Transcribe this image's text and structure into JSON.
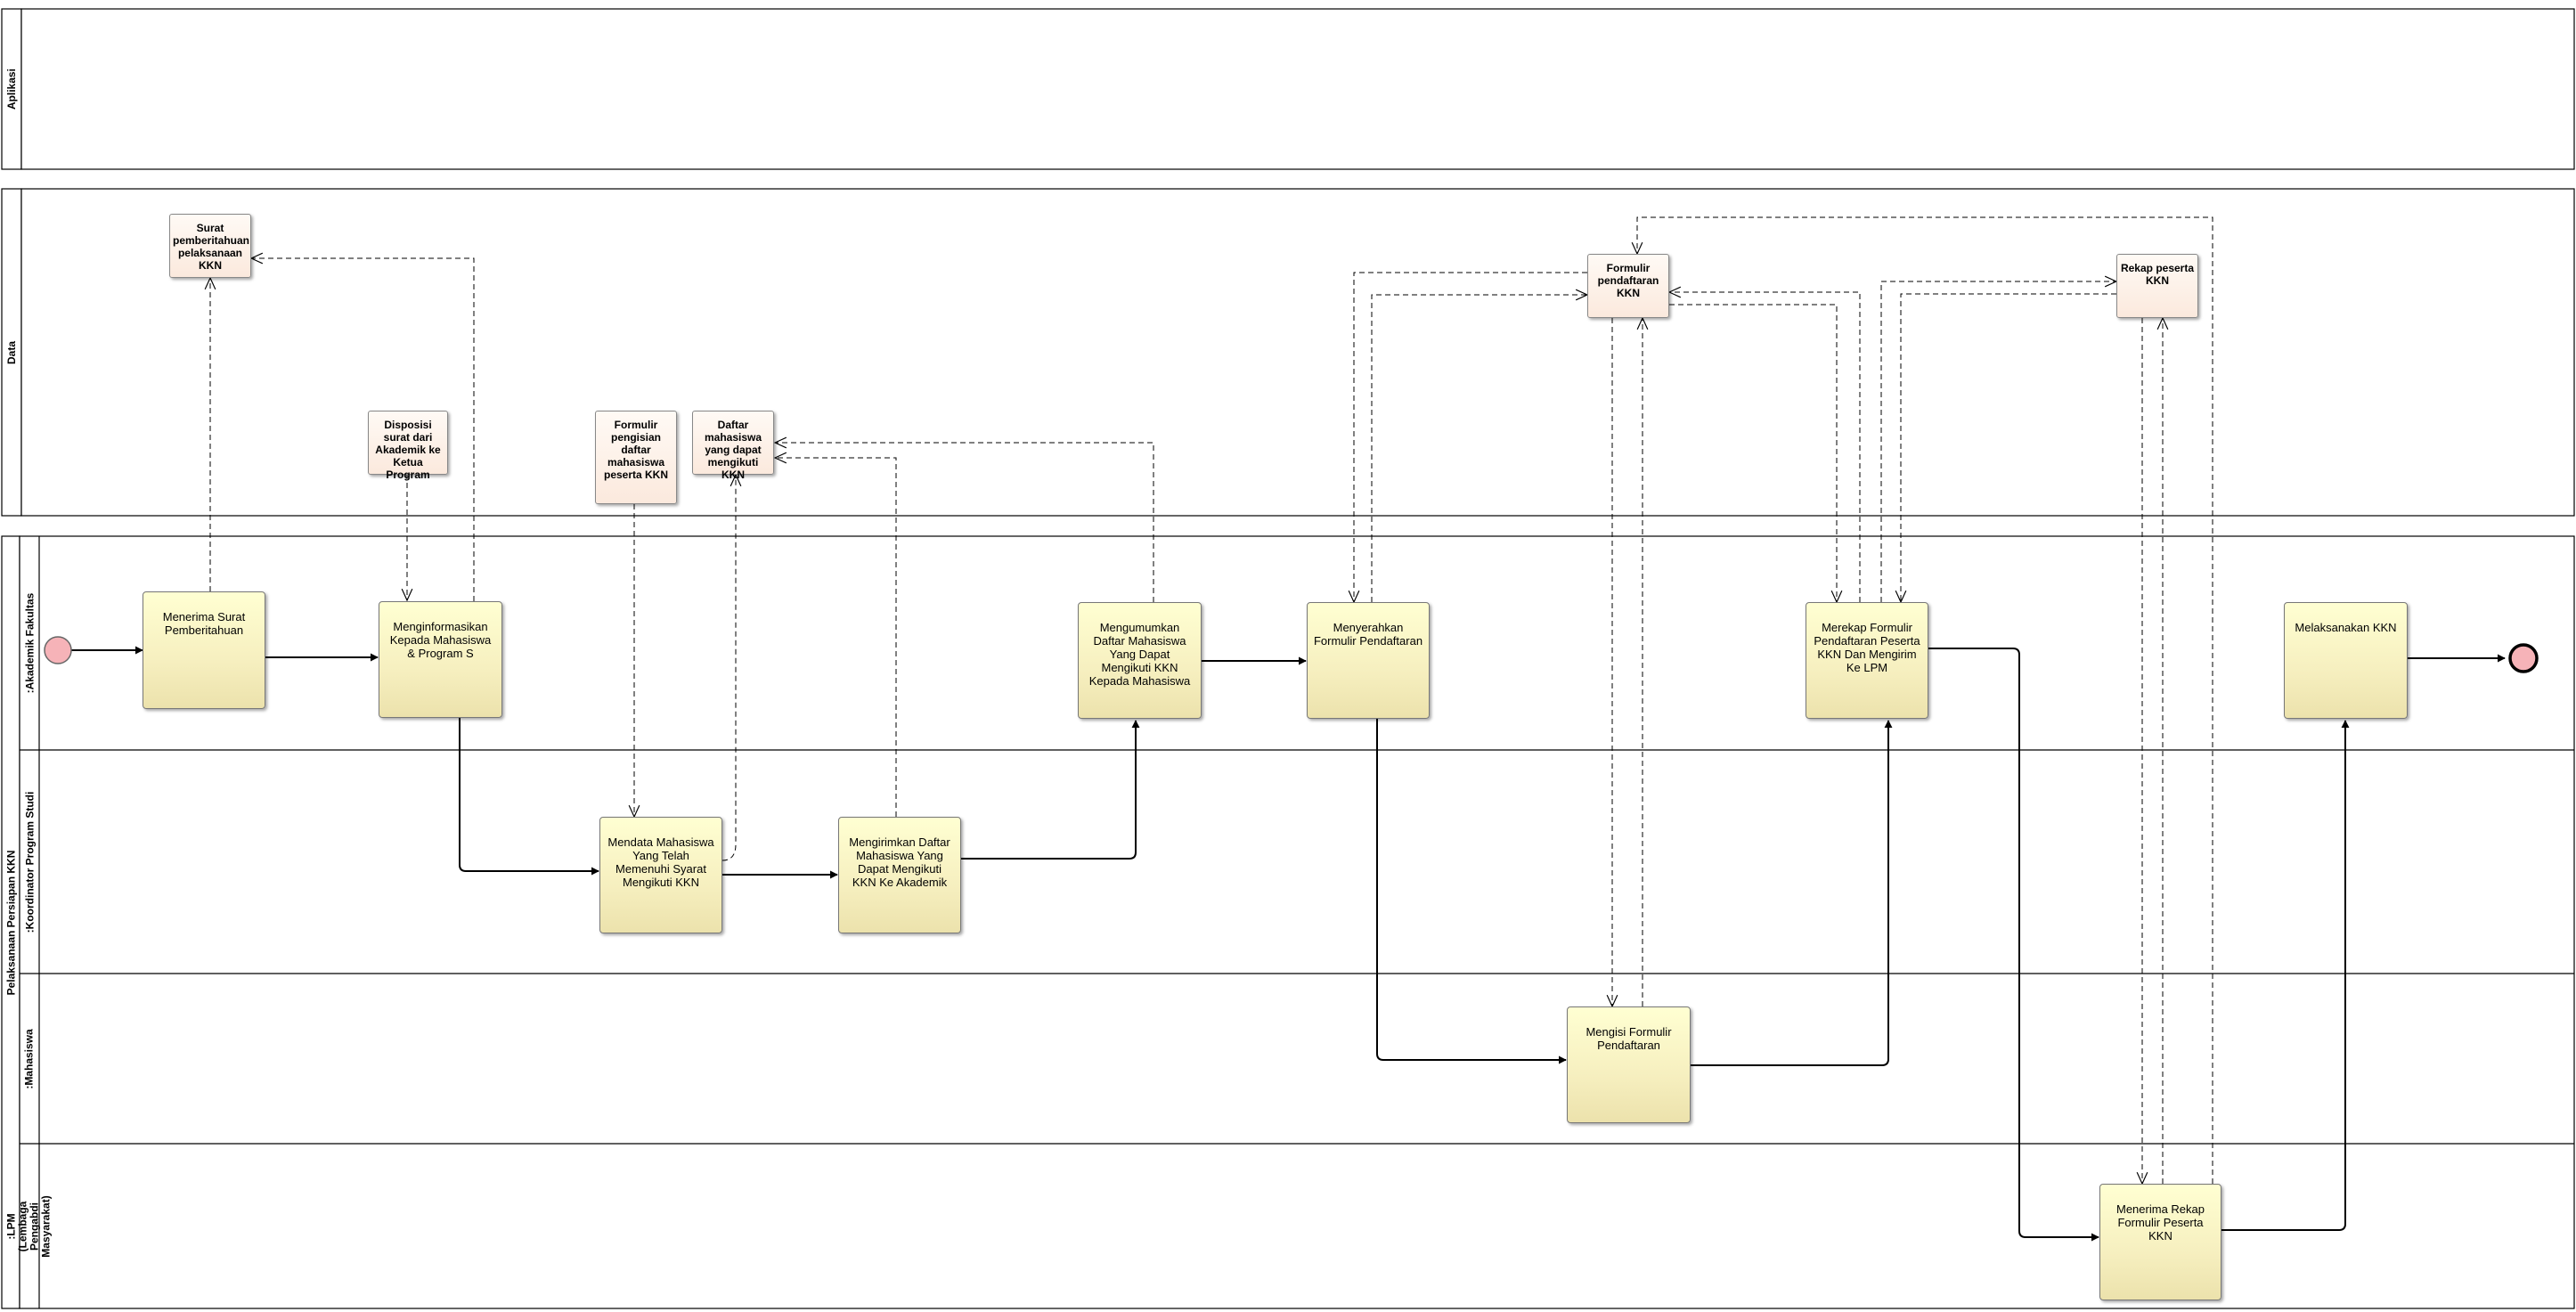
{
  "process": {
    "name": "Pelaksanaan Persiapan KKN"
  },
  "pools": {
    "aplikasi": "Aplikasi",
    "data": "Data"
  },
  "lanes": {
    "akademik": ":Akademik Fakultas",
    "koordinator": ":Koordinator Program Studi",
    "mahasiswa": ":Mahasiswa",
    "lpm": ":LPM (Lembaga Pengabdi Masyarakat)"
  },
  "tasks": {
    "menerima_surat": "Menerima Surat Pemberitahuan",
    "menginformasikan": "Menginformasikan Kepada Mahasiswa & Program S",
    "mendata": "Mendata Mahasiswa Yang Telah Memenuhi Syarat Mengikuti KKN",
    "mengirimkan": "Mengirimkan Daftar Mahasiswa Yang Dapat Mengikuti KKN Ke Akademik",
    "mengumumkan": "Mengumumkan Daftar Mahasiswa Yang Dapat Mengikuti KKN Kepada Mahasiswa",
    "menyerahkan": "Menyerahkan Formulir Pendaftaran",
    "mengisi": "Mengisi Formulir Pendaftaran",
    "merekap": "Merekap Formulir Pendaftaran Peserta KKN Dan Mengirim Ke LPM",
    "menerima_rekap": "Menerima Rekap Formulir Peserta KKN",
    "melaksanakan": "Melaksanakan KKN"
  },
  "data_objects": {
    "surat": "Surat pemberitahuan pelaksanaan KKN",
    "disposisi": "Disposisi surat dari Akademik ke Ketua Program",
    "formulir_pengisian": "Formulir pengisian daftar mahasiswa peserta KKN",
    "daftar": "Daftar mahasiswa yang dapat mengikuti KKN",
    "formulir_pendaftaran": "Formulir pendaftaran KKN",
    "rekap": "Rekap peserta KKN"
  },
  "colors": {
    "task_fill": "#f6efbf",
    "data_fill": "#fbe9dd",
    "event_fill": "#f6b3b8",
    "line": "#000000"
  }
}
